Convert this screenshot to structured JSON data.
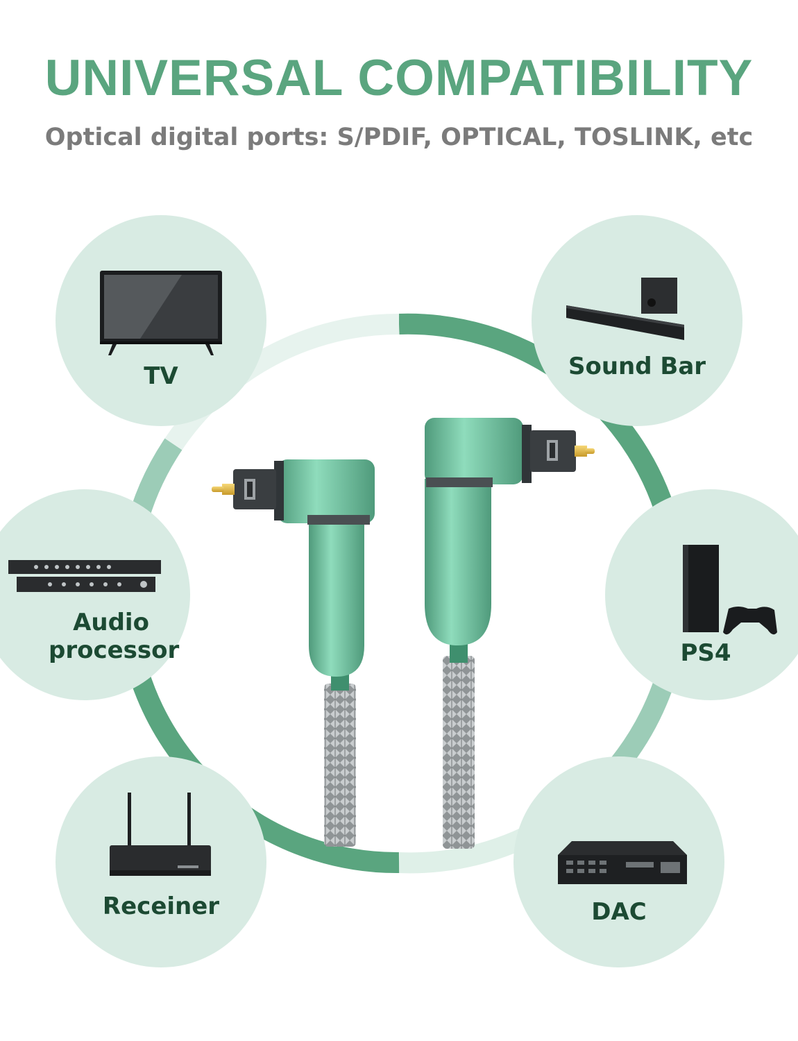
{
  "header": {
    "title": "UNIVERSAL COMPATIBILITY",
    "subtitle": "Optical digital ports: S/PDIF, OPTICAL, TOSLINK, etc"
  },
  "devices": {
    "tv": {
      "label": "TV",
      "icon": "tv-icon"
    },
    "sound_bar": {
      "label": "Sound Bar",
      "icon": "sound-bar-icon"
    },
    "audio_processor": {
      "label": "Audio processor",
      "icon": "audio-processor-icon"
    },
    "ps4": {
      "label": "PS4",
      "icon": "game-console-icon"
    },
    "receiver": {
      "label": "Receiner",
      "icon": "router-icon"
    },
    "dac": {
      "label": "DAC",
      "icon": "dac-icon"
    }
  },
  "colors": {
    "accent": "#5aa57f",
    "bubble": "#d8ebe3",
    "label": "#1c4a33",
    "subtitle": "#7b7b7b",
    "connector": "#74c3a2"
  }
}
